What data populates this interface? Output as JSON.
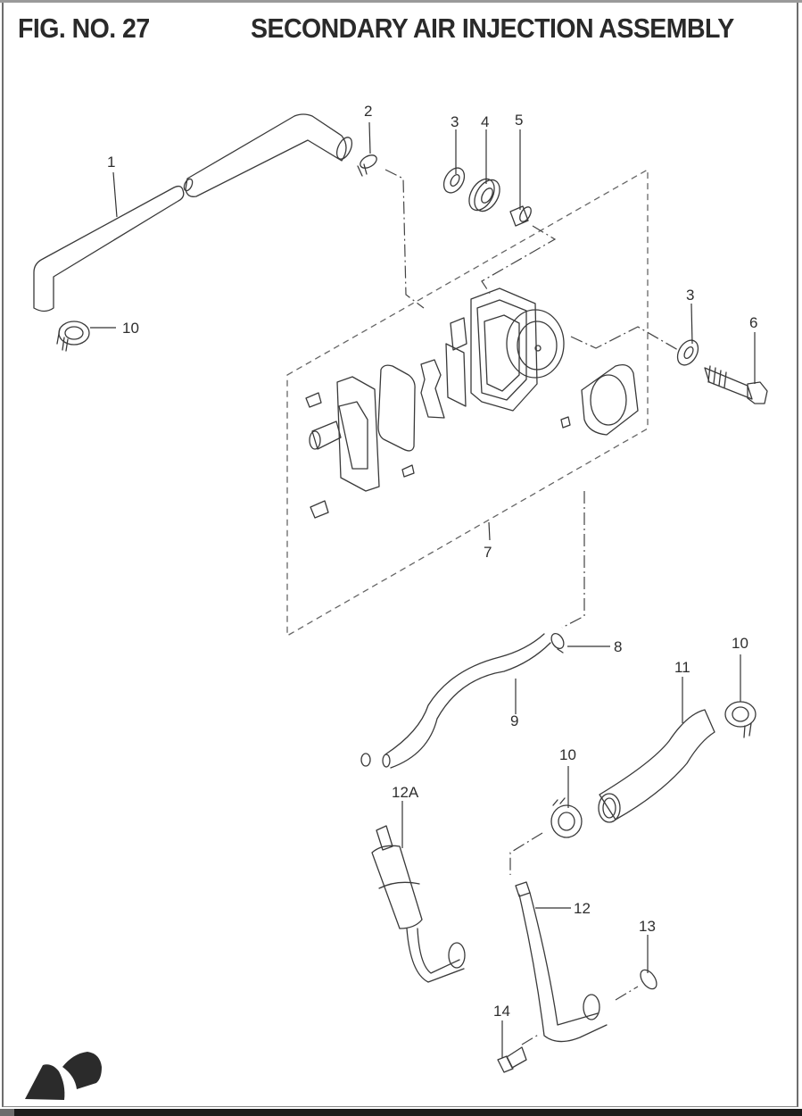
{
  "figure": {
    "number_label": "FIG. NO. 27",
    "title": "SECONDARY AIR INJECTION ASSEMBLY"
  },
  "callouts": [
    {
      "id": "c1",
      "label": "1",
      "part": "air-hose"
    },
    {
      "id": "c2",
      "label": "2",
      "part": "hose-clip"
    },
    {
      "id": "c3a",
      "label": "3",
      "part": "washer"
    },
    {
      "id": "c4",
      "label": "4",
      "part": "grommet"
    },
    {
      "id": "c5",
      "label": "5",
      "part": "collar"
    },
    {
      "id": "c3b",
      "label": "3",
      "part": "washer"
    },
    {
      "id": "c6",
      "label": "6",
      "part": "bolt"
    },
    {
      "id": "c10a",
      "label": "10",
      "part": "hose-clamp"
    },
    {
      "id": "c7",
      "label": "7",
      "part": "air-injection-valve-assembly"
    },
    {
      "id": "c8",
      "label": "8",
      "part": "hose-clip"
    },
    {
      "id": "c9",
      "label": "9",
      "part": "hose"
    },
    {
      "id": "c10b",
      "label": "10",
      "part": "hose-clamp"
    },
    {
      "id": "c11",
      "label": "11",
      "part": "mesh-hose"
    },
    {
      "id": "c10c",
      "label": "10",
      "part": "hose-clamp"
    },
    {
      "id": "c12a",
      "label": "12A",
      "part": "pipe-with-filter"
    },
    {
      "id": "c12",
      "label": "12",
      "part": "pipe"
    },
    {
      "id": "c13",
      "label": "13",
      "part": "o-ring"
    },
    {
      "id": "c14",
      "label": "14",
      "part": "bolt"
    }
  ],
  "logo": {
    "icon": "brand-wing-logo",
    "color": "#2b2b2b"
  }
}
